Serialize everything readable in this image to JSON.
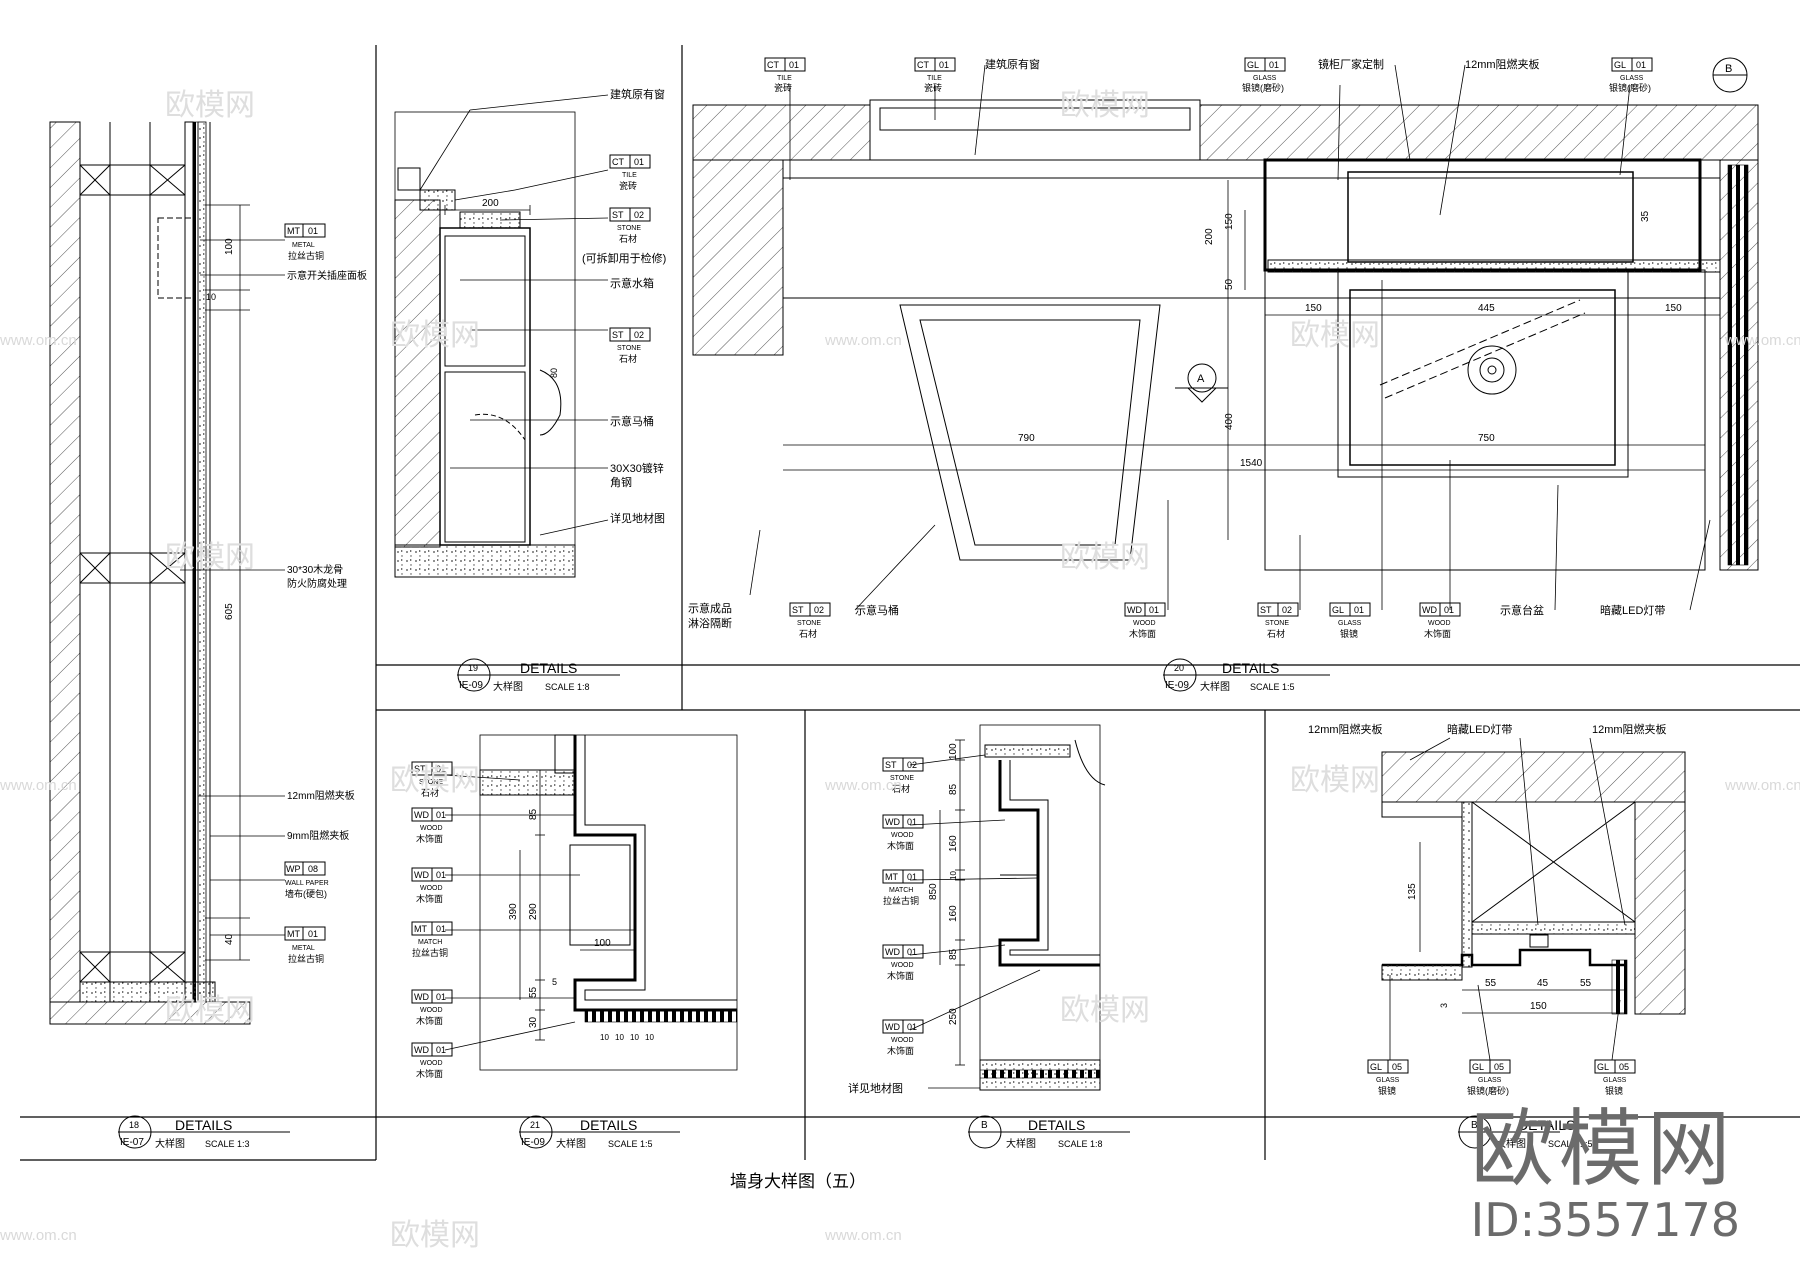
{
  "sheet_title": "墙身大样图（五）",
  "watermark": {
    "brand": "欧模网",
    "id": "ID:3557178",
    "site": "www.om.cn"
  },
  "colors": {
    "line": "#000000",
    "hatch": "#555555",
    "wall_fill": "#ffffff",
    "watermark": "#6b6b6b"
  },
  "details": [
    {
      "num": "18",
      "ref": "IE-07",
      "title": "DETAILS",
      "sub": "大样图",
      "scale": "SCALE  1:3"
    },
    {
      "num": "19",
      "ref": "IE-09",
      "title": "DETAILS",
      "sub": "大样图",
      "scale": "SCALE  1:8"
    },
    {
      "num": "20",
      "ref": "IE-09",
      "title": "DETAILS",
      "sub": "大样图",
      "scale": "SCALE  1:5"
    },
    {
      "num": "21",
      "ref": "IE-09",
      "title": "DETAILS",
      "sub": "大样图",
      "scale": "SCALE  1:5"
    },
    {
      "num": "B",
      "ref": "",
      "title": "DETAILS",
      "sub": "大样图",
      "scale": "SCALE  1:8"
    },
    {
      "num": "B",
      "ref": "",
      "title": "DETAILS",
      "sub": "大样图",
      "scale": "SCALE  1:5"
    }
  ],
  "tags": {
    "mt01": {
      "code": "MT",
      "no": "01",
      "en": "METAL",
      "cn": "拉丝古铜"
    },
    "wp08": {
      "code": "WP",
      "no": "08",
      "en": "WALL PAPER",
      "cn": "墙布(硬包)"
    },
    "ct01": {
      "code": "CT",
      "no": "01",
      "en": "TILE",
      "cn": "瓷砖"
    },
    "st02": {
      "code": "ST",
      "no": "02",
      "en": "STONE",
      "cn": "石材"
    },
    "st01": {
      "code": "ST",
      "no": "01",
      "en": "STONE",
      "cn": "石材"
    },
    "wd01": {
      "code": "WD",
      "no": "01",
      "en": "WOOD",
      "cn": "木饰面"
    },
    "gl01": {
      "code": "GL",
      "no": "01",
      "en": "GLASS",
      "cn": "银镜"
    },
    "gl01m": {
      "code": "GL",
      "no": "01",
      "en": "GLASS",
      "cn": "银镜(磨砂)"
    },
    "gl05": {
      "code": "GL",
      "no": "05",
      "en": "GLASS",
      "cn": "银镜"
    },
    "gl05m": {
      "code": "GL",
      "no": "05",
      "en": "GLASS",
      "cn": "银镜(磨砂)"
    },
    "mt01m": {
      "code": "MT",
      "no": "01",
      "en": "MATCH",
      "cn": "拉丝古铜"
    }
  },
  "notes": {
    "switch_panel": "示意开关插座面板",
    "keel": "30*30木龙骨",
    "keel2": "防火防腐处理",
    "ply12": "12mm阻燃夹板",
    "ply9": "9mm阻燃夹板",
    "window": "建筑原有窗",
    "removable": "(可拆卸用于检修)",
    "tank": "示意水箱",
    "toilet": "示意马桶",
    "angle": "30X30镀锌",
    "angle2": "角钢",
    "floor": "详见地材图",
    "window2": "建筑原有窗",
    "mirror_cab": "镜柜厂家定制",
    "ply12b": "12mm阻燃夹板",
    "partition": "示意成品",
    "partition2": "淋浴隔断",
    "toilet2": "示意马桶",
    "basin": "示意台盆",
    "led": "暗藏LED灯带",
    "ply12c": "12mm阻燃夹板",
    "led2": "暗藏LED灯带",
    "ply12d": "12mm阻燃夹板",
    "floor2": "详见地材图"
  },
  "dims": {
    "d18": [
      "100",
      "10",
      "605",
      "40"
    ],
    "d19": [
      "200",
      "80"
    ],
    "d20": [
      "150",
      "445",
      "150",
      "790",
      "750",
      "1540",
      "200",
      "150",
      "50",
      "400",
      "35"
    ],
    "d21": [
      "85",
      "290",
      "390",
      "100",
      "55",
      "5",
      "30",
      "10",
      "10",
      "10",
      "10"
    ],
    "dB1": [
      "100",
      "85",
      "160",
      "10",
      "160",
      "850",
      "85",
      "250"
    ],
    "dB2": [
      "135",
      "55",
      "45",
      "55",
      "150",
      "3"
    ]
  },
  "section_marks": {
    "a": "A",
    "b": "B"
  }
}
